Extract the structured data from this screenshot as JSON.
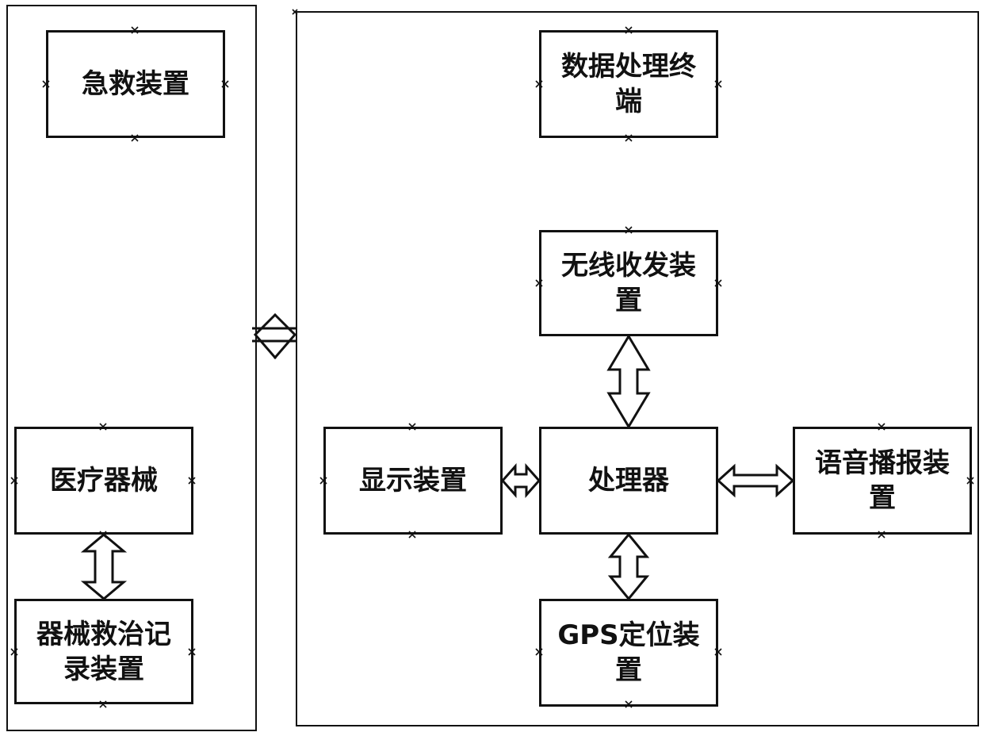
{
  "diagram": {
    "left_group": {
      "first_aid": "急救装置",
      "medical_device": "医疗器械",
      "treatment_recorder": "器械救治记录装置"
    },
    "right_group": {
      "data_terminal": "数据处理终端",
      "wireless_transceiver": "无线收发装置",
      "display": "显示装置",
      "processor": "处理器",
      "voice_broadcast": "语音播报装置",
      "gps": "GPS定位装置"
    }
  }
}
